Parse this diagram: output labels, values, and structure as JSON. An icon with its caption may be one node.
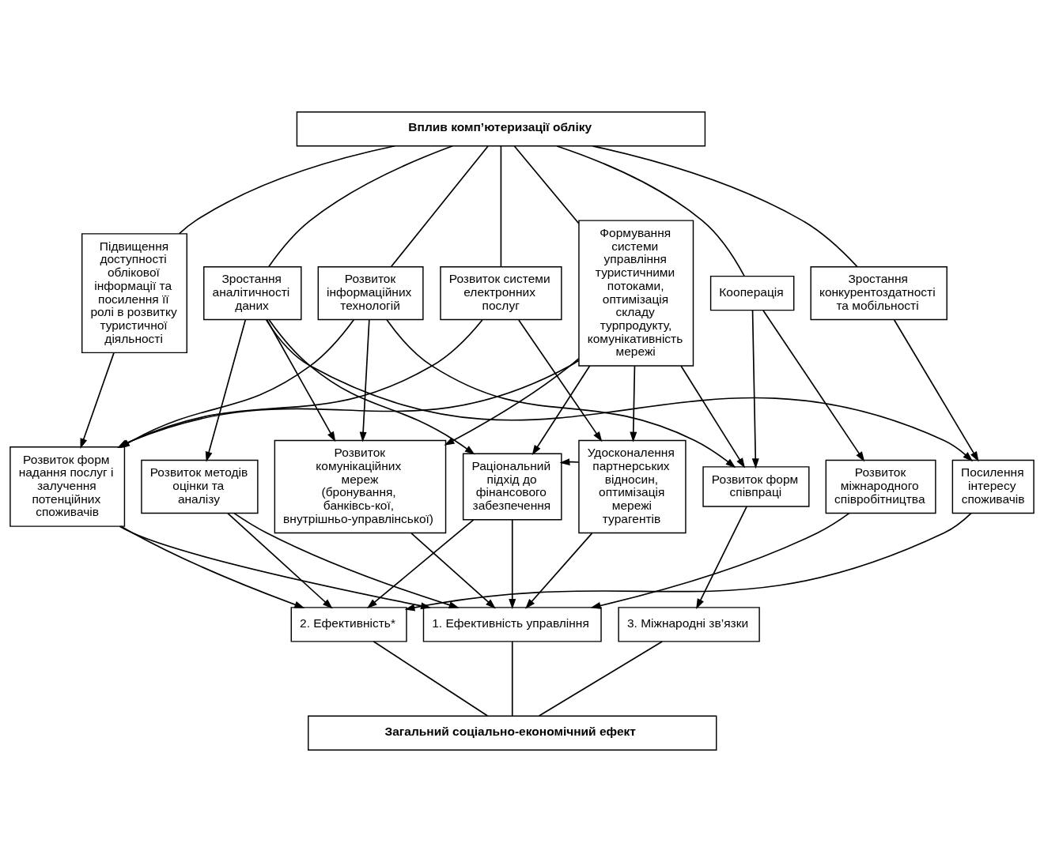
{
  "diagram": {
    "nodes": [
      {
        "text": [
          "Вплив комп’ютеризації обліку"
        ]
      },
      {
        "text": [
          "Підвищення доступності облікової інформації та посилення її ролі в розвитку туристичної діяльності"
        ]
      },
      {
        "text": [
          "Зростання аналітичності даних"
        ]
      },
      {
        "text": [
          "Розвиток інформаційних технологій"
        ]
      },
      {
        "text": [
          "Розвиток системи електронних послуг"
        ]
      },
      {
        "text": [
          "Формування системи управління туристичними потоками, оптимізація складу турпродукту, комунікативність мережі"
        ]
      },
      {
        "text": [
          "Кооперація"
        ]
      },
      {
        "text": [
          "Зростання конкурентоздатності та мобільності"
        ]
      },
      {
        "text": [
          "Розвиток форм надання послуг і залучення потенційних споживачів"
        ]
      },
      {
        "text": [
          "Розвиток методів оцінки та аналізу"
        ]
      },
      {
        "text": [
          "Розвиток комунікаційних мереж (бронування, банківсь-кої, внутрішньо-управлінської)"
        ]
      },
      {
        "text": [
          "Раціональний підхід до фінансового забезпечення"
        ]
      },
      {
        "text": [
          "Удосконалення партнерських відносин, оптимізація мережі турагентів"
        ]
      },
      {
        "text": [
          "Розвиток форм співпраці"
        ]
      },
      {
        "text": [
          "Розвиток міжнародного співробітництва"
        ]
      },
      {
        "text": [
          "Посилення інтересу споживачів"
        ]
      },
      {
        "text": [
          "1. Ефективність управління"
        ]
      },
      {
        "text": [
          "2. Ефективність*"
        ]
      },
      {
        "text": [
          "3. Міжнародні зв’язки"
        ]
      },
      {
        "text": [
          "Загальний соціально-економічний ефект"
        ]
      }
    ],
    "edges": [
      {
        "from": 0,
        "to": 1,
        "arrow": "none"
      },
      {
        "from": 0,
        "to": 2,
        "arrow": "none"
      },
      {
        "from": 0,
        "to": 3,
        "arrow": "none"
      },
      {
        "from": 0,
        "to": 4,
        "arrow": "none"
      },
      {
        "from": 0,
        "to": 5,
        "arrow": "none"
      },
      {
        "from": 0,
        "to": 6,
        "arrow": "none"
      },
      {
        "from": 0,
        "to": 7,
        "arrow": "none"
      },
      {
        "from": 1,
        "to": 8,
        "arrow": "to"
      },
      {
        "from": 2,
        "to": 9,
        "arrow": "to"
      },
      {
        "from": 2,
        "to": 10,
        "arrow": "to"
      },
      {
        "from": 2,
        "to": 11,
        "arrow": "to"
      },
      {
        "from": 2,
        "to": 15,
        "arrow": "to"
      },
      {
        "from": 3,
        "to": 8,
        "arrow": "to"
      },
      {
        "from": 3,
        "to": 10,
        "arrow": "to"
      },
      {
        "from": 3,
        "to": 13,
        "arrow": "to"
      },
      {
        "from": 4,
        "to": 8,
        "arrow": "to"
      },
      {
        "from": 4,
        "to": 12,
        "arrow": "to"
      },
      {
        "from": 5,
        "to": 8,
        "arrow": "to"
      },
      {
        "from": 5,
        "to": 10,
        "arrow": "to"
      },
      {
        "from": 5,
        "to": 11,
        "arrow": "to"
      },
      {
        "from": 5,
        "to": 12,
        "arrow": "to"
      },
      {
        "from": 5,
        "to": 13,
        "arrow": "to"
      },
      {
        "from": 6,
        "to": 13,
        "arrow": "to"
      },
      {
        "from": 6,
        "to": 14,
        "arrow": "to"
      },
      {
        "from": 7,
        "to": 15,
        "arrow": "to"
      },
      {
        "from": 12,
        "to": 11,
        "arrow": "to"
      },
      {
        "from": 8,
        "to": 17,
        "arrow": "to"
      },
      {
        "from": 8,
        "to": 16,
        "arrow": "to"
      },
      {
        "from": 9,
        "to": 16,
        "arrow": "to"
      },
      {
        "from": 9,
        "to": 17,
        "arrow": "to"
      },
      {
        "from": 10,
        "to": 16,
        "arrow": "to"
      },
      {
        "from": 11,
        "to": 17,
        "arrow": "to"
      },
      {
        "from": 11,
        "to": 16,
        "arrow": "to"
      },
      {
        "from": 12,
        "to": 16,
        "arrow": "to"
      },
      {
        "from": 13,
        "to": 18,
        "arrow": "to"
      },
      {
        "from": 14,
        "to": 16,
        "arrow": "to"
      },
      {
        "from": 15,
        "to": 17,
        "arrow": "to"
      },
      {
        "from": 17,
        "to": 19,
        "arrow": "none"
      },
      {
        "from": 16,
        "to": 19,
        "arrow": "none"
      },
      {
        "from": 18,
        "to": 19,
        "arrow": "none"
      }
    ]
  }
}
